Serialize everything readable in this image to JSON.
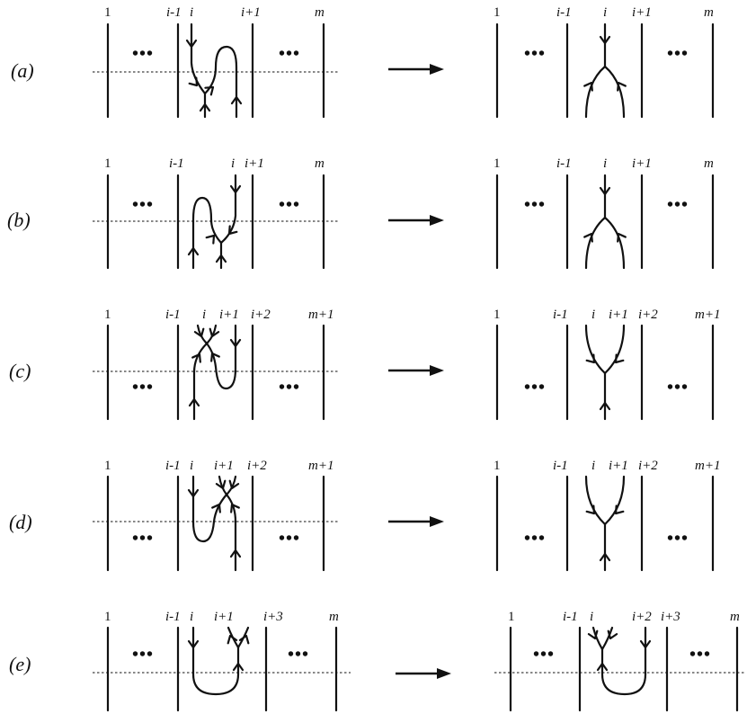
{
  "panels": [
    {
      "tag": "(a)",
      "left_labels": [
        "1",
        "i-1",
        "i",
        "i+1",
        "m"
      ],
      "right_labels": [
        "1",
        "i-1",
        "i",
        "i+1",
        "m"
      ],
      "left_dots": "•••",
      "left_dots_2": "•••",
      "right_dots": "•••",
      "right_dots_2": "•••"
    },
    {
      "tag": "(b)",
      "left_labels": [
        "1",
        "i-1",
        "i",
        "i+1",
        "m"
      ],
      "right_labels": [
        "1",
        "i-1",
        "i",
        "i+1",
        "m"
      ],
      "left_dots": "•••",
      "left_dots_2": "•••",
      "right_dots": "•••",
      "right_dots_2": "•••"
    },
    {
      "tag": "(c)",
      "left_labels": [
        "1",
        "i-1",
        "i",
        "i+1",
        "i+2",
        "m+1"
      ],
      "right_labels": [
        "1",
        "i-1",
        "i",
        "i+1",
        "i+2",
        "m+1"
      ],
      "left_dots": "•••",
      "left_dots_2": "•••",
      "right_dots": "•••",
      "right_dots_2": "•••"
    },
    {
      "tag": "(d)",
      "left_labels": [
        "1",
        "i-1",
        "i",
        "i+1",
        "i+2",
        "m+1"
      ],
      "right_labels": [
        "1",
        "i-1",
        "i",
        "i+1",
        "i+2",
        "m+1"
      ],
      "left_dots": "•••",
      "left_dots_2": "•••",
      "right_dots": "•••",
      "right_dots_2": "•••"
    },
    {
      "tag": "(e)",
      "left_labels": [
        "1",
        "i-1",
        "i",
        "i+1",
        "i+3",
        "m"
      ],
      "right_labels": [
        "1",
        "i-1",
        "i",
        "i+2",
        "i+3",
        "m"
      ],
      "left_dots": "•••",
      "left_dots_2": "•••",
      "right_dots": "•••",
      "right_dots_2": "•••"
    }
  ]
}
